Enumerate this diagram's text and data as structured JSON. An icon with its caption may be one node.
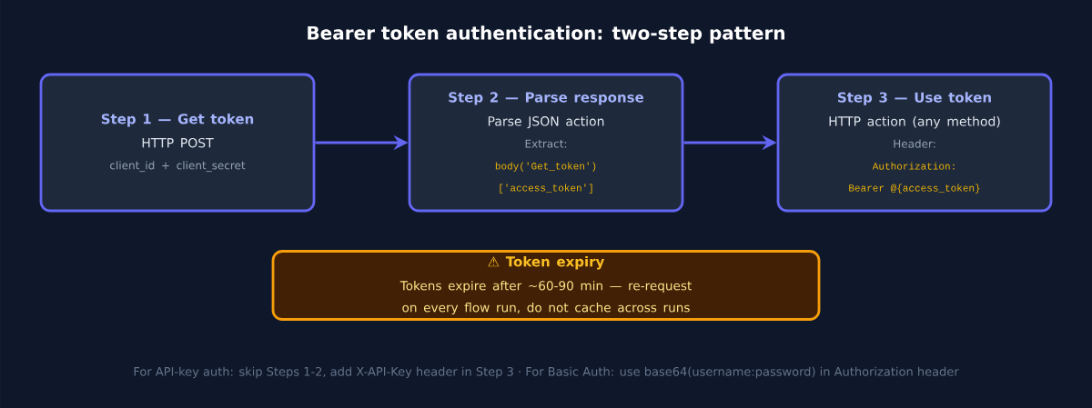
{
  "diagram": {
    "title": "Bearer token authentication: two-step pattern",
    "nodes": [
      {
        "text": [
          "Step 1 — Get token",
          "HTTP POST",
          "client_id + client_secret"
        ]
      },
      {
        "text": [
          "Step 2 — Parse response",
          "Parse JSON action",
          "Extract:",
          "body('Get_token')",
          "['access_token']"
        ]
      },
      {
        "text": [
          "Step 3 — Use token",
          "HTTP action (any method)",
          "Header:",
          "Authorization:",
          "Bearer @{access_token}"
        ]
      },
      {
        "text": [
          "⚠ Token expiry",
          "Tokens expire after ~60-90 min — re-request on every flow run, do not cache across runs"
        ]
      }
    ],
    "edges": [
      {
        "from": 0,
        "to": 1,
        "arrow": "to"
      },
      {
        "from": 1,
        "to": 2,
        "arrow": "to"
      }
    ],
    "labels": [
      "For API-key auth: skip Steps 1-2, add X-API-Key header in Step 3 · For Basic Auth: use base64(username:password) in Authorization header"
    ]
  }
}
